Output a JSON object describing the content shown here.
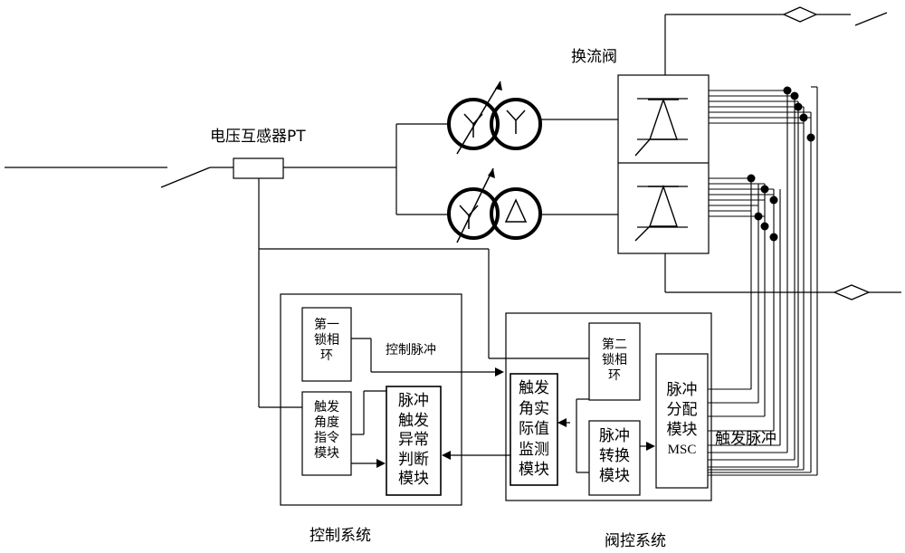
{
  "labels": {
    "pt": "电压互感器PT",
    "valve": "换流阀",
    "control_pulse": "控制脉冲",
    "trigger_pulse": "触发脉冲",
    "control_system": "控制系统",
    "valve_control_system": "阀控系统"
  },
  "modules": {
    "pll1": [
      "第一",
      "锁相",
      "环"
    ],
    "angle_cmd": [
      "触发",
      "角度",
      "指令",
      "模块"
    ],
    "pulse_judge": [
      "脉冲",
      "触发",
      "异常",
      "判断",
      "模块"
    ],
    "angle_monitor": [
      "触发",
      "角实",
      "际值",
      "监测",
      "模块"
    ],
    "pll2": [
      "第二",
      "锁相",
      "环"
    ],
    "pulse_convert": [
      "脉冲",
      "转换",
      "模块"
    ],
    "msc": [
      "脉冲",
      "分配",
      "模块",
      "MSC"
    ]
  },
  "colors": {
    "line": "#000000",
    "background": "#ffffff"
  }
}
